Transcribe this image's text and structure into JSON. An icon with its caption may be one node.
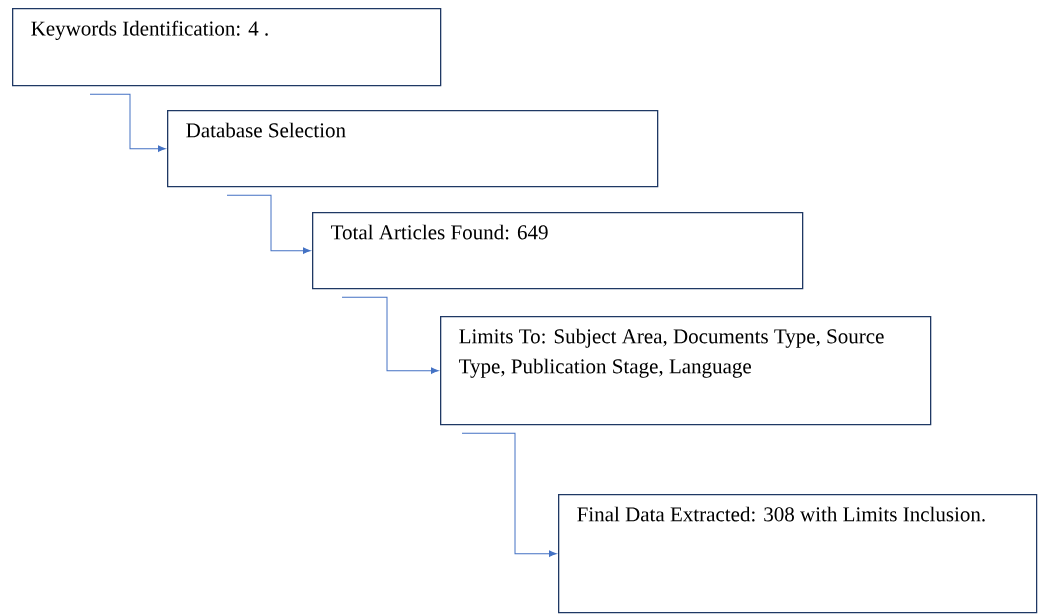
{
  "diagram": {
    "nodes": [
      {
        "text": [
          "Keywords Identification: 4 ."
        ]
      },
      {
        "text": [
          "Database Selection"
        ]
      },
      {
        "text": [
          "Total Articles Found: 649"
        ]
      },
      {
        "text": [
          "Limits To: Subject Area, Documents Type, Source Type, Publication Stage, Language"
        ]
      },
      {
        "text": [
          "Final Data Extracted: 308 with Limits Inclusion."
        ]
      }
    ],
    "edges": [
      {
        "from": 0,
        "to": 1,
        "arrow": "to"
      },
      {
        "from": 1,
        "to": 2,
        "arrow": "to"
      },
      {
        "from": 2,
        "to": 3,
        "arrow": "to"
      },
      {
        "from": 3,
        "to": 4,
        "arrow": "to"
      }
    ]
  }
}
